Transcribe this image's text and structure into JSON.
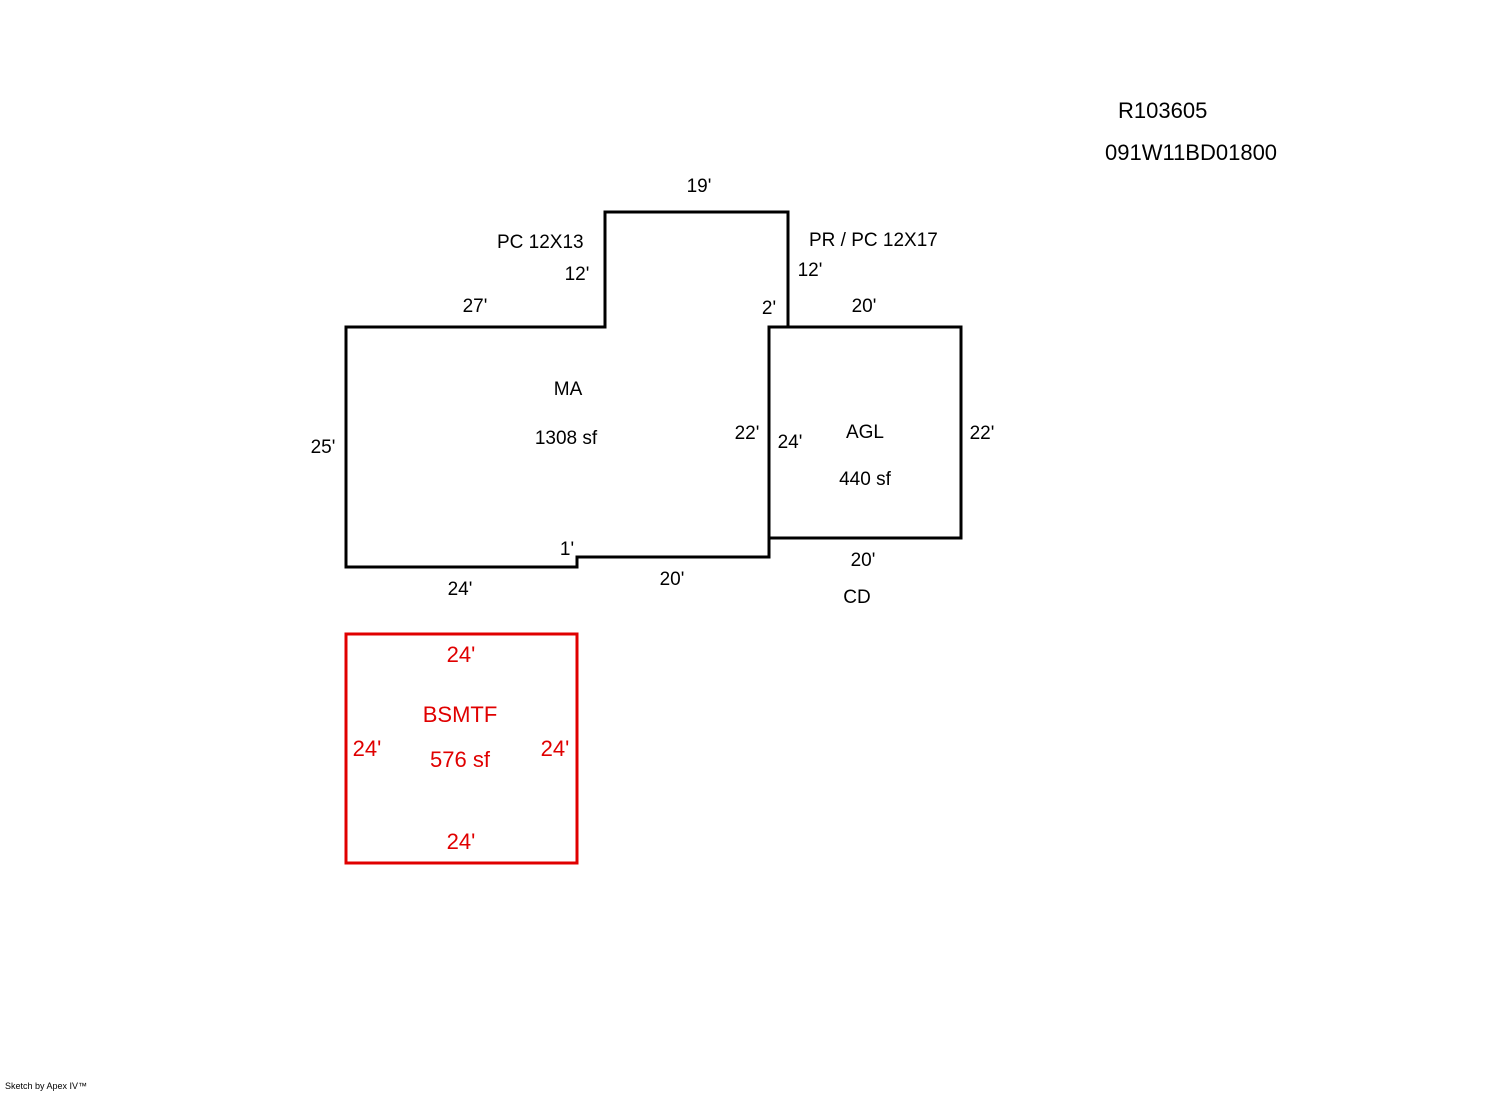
{
  "header": {
    "account_id": "R103605",
    "map_tax_lot": "091W11BD01800"
  },
  "areas": {
    "ma": {
      "code": "MA",
      "area": "1308 sf"
    },
    "agl": {
      "code": "AGL",
      "area": "440 sf"
    },
    "bsmtf": {
      "code": "BSMTF",
      "area": "576 sf"
    }
  },
  "annotations": {
    "pc": "PC  12X13",
    "pr_pc": "PR / PC  12X17",
    "cd": "CD"
  },
  "dimensions": {
    "ma_top_left": "27'",
    "pc_left": "12'",
    "pc_top": "19'",
    "pc_right": "12'",
    "notch": "2'",
    "ma_left": "25'",
    "ma_right": "22'",
    "ma_bottom_left": "24'",
    "step": "1'",
    "ma_bottom_right": "20'",
    "agl_top": "20'",
    "agl_left": "24'",
    "agl_right": "22'",
    "agl_bottom": "20'",
    "bsmt_top": "24'",
    "bsmt_left": "24'",
    "bsmt_right": "24'",
    "bsmt_bottom": "24'"
  },
  "colors": {
    "outline": "#000000",
    "basement": "#e00000"
  },
  "footer": {
    "credit": "Sketch by Apex IV™"
  }
}
